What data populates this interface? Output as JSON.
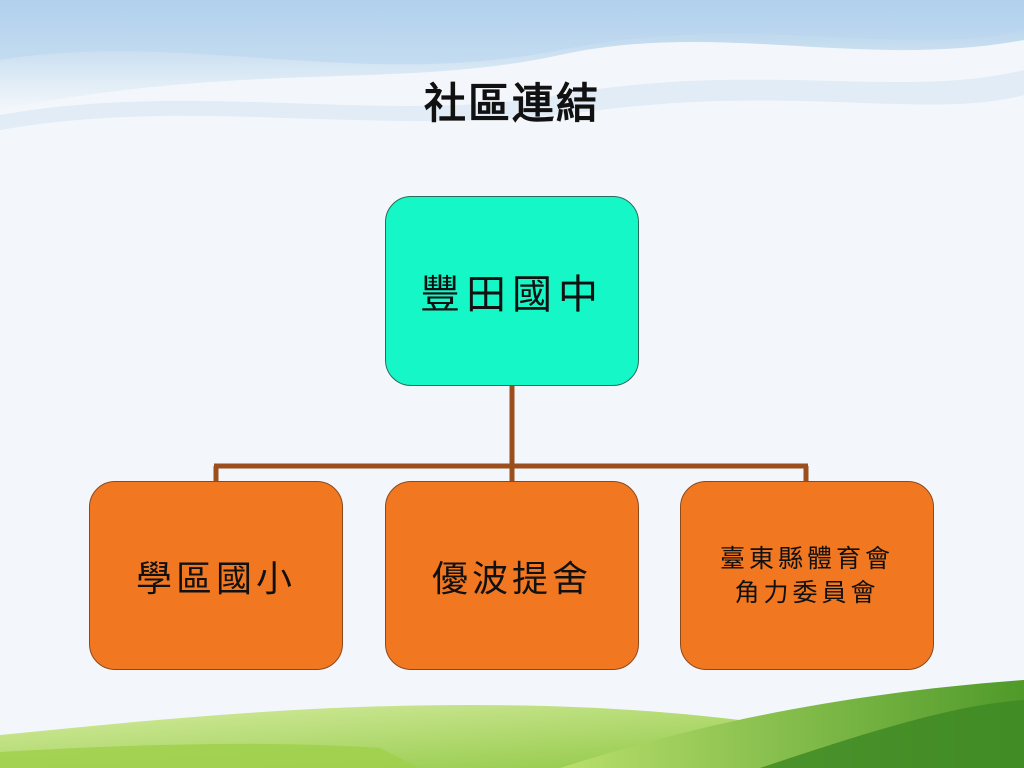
{
  "slide": {
    "title": "社區連結"
  },
  "diagram": {
    "root": {
      "label": "豐田國中"
    },
    "children": [
      {
        "label": "學區國小"
      },
      {
        "label": "優波提舍"
      },
      {
        "lines": [
          "臺東縣體育會",
          "角力委員會"
        ]
      }
    ]
  },
  "colors": {
    "root_fill": "#15f7c6",
    "child_fill": "#f27721",
    "connector": "#9b4f1c"
  }
}
